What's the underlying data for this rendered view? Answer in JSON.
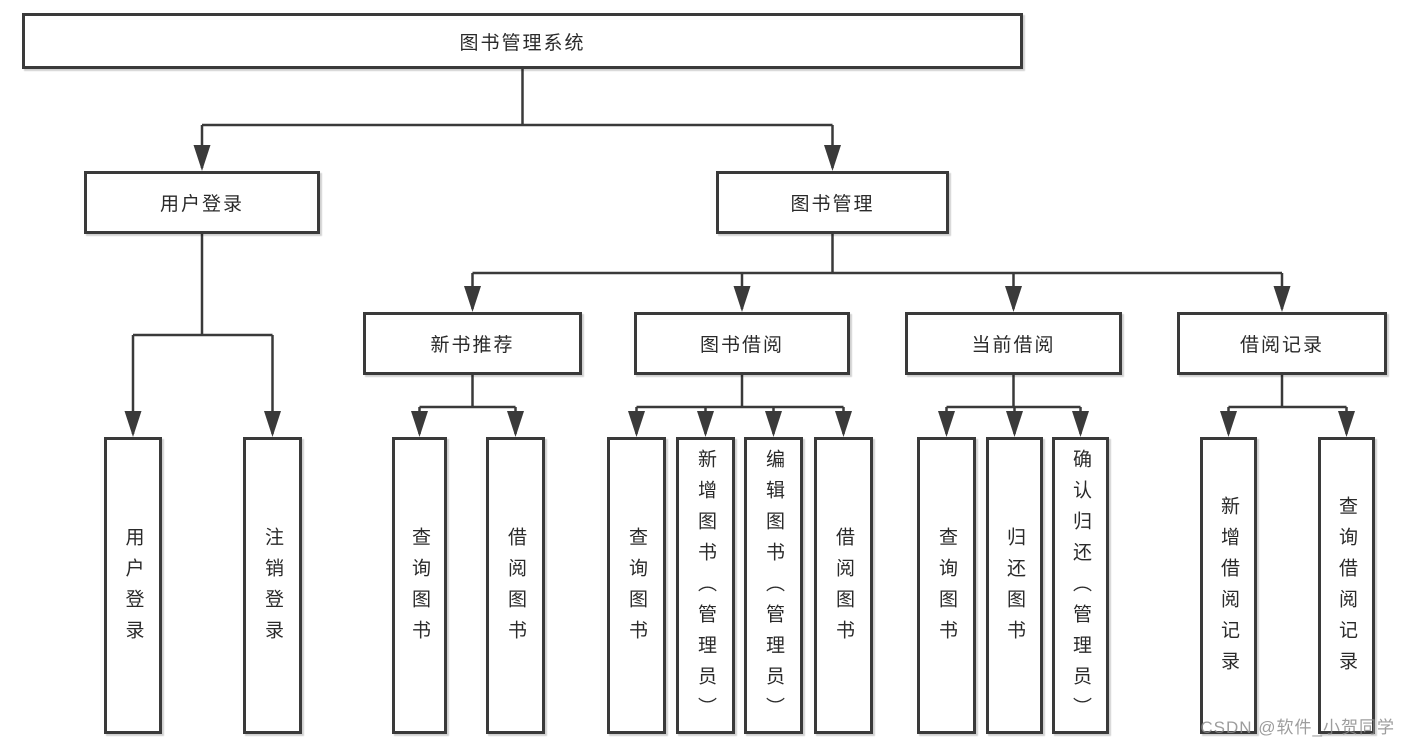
{
  "diagram": {
    "root": "图书管理系统",
    "level2": {
      "user_login": "用户登录",
      "book_mgmt": "图书管理"
    },
    "level3": [
      "新书推荐",
      "图书借阅",
      "当前借阅",
      "借阅记录"
    ],
    "leaves": {
      "user": [
        "用户登录",
        "注销登录"
      ],
      "recommend": [
        "查询图书",
        "借阅图书"
      ],
      "borrow": [
        "查询图书",
        "新增图书（管理员）",
        "编辑图书（管理员）",
        "借阅图书"
      ],
      "current": [
        "查询图书",
        "归还图书",
        "确认归还（管理员）"
      ],
      "records": [
        "新增借阅记录",
        "查询借阅记录"
      ]
    }
  },
  "watermark": "CSDN @软件_小贺同学",
  "colors": {
    "line": "#3a3a3a",
    "text": "#2a2a2a",
    "watermark": "#8c8c8c"
  }
}
